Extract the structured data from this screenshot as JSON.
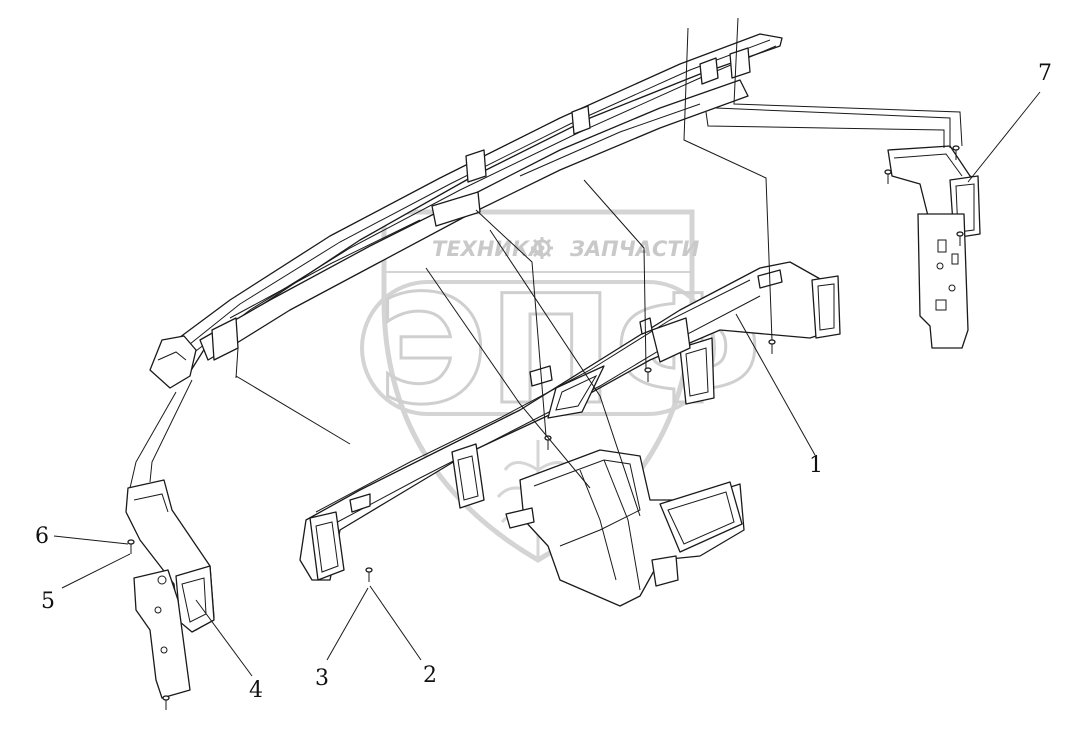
{
  "watermark": {
    "top_text": "ТЕХНИКА",
    "gear": "gear-icon",
    "right_text": "ЗАПЧАСТИ",
    "logo_letters": "ЭПФ"
  },
  "callouts": [
    {
      "id": "1",
      "label": "1"
    },
    {
      "id": "2",
      "label": "2"
    },
    {
      "id": "3",
      "label": "3"
    },
    {
      "id": "4",
      "label": "4"
    },
    {
      "id": "5",
      "label": "5"
    },
    {
      "id": "6",
      "label": "6"
    },
    {
      "id": "7",
      "label": "7"
    }
  ]
}
